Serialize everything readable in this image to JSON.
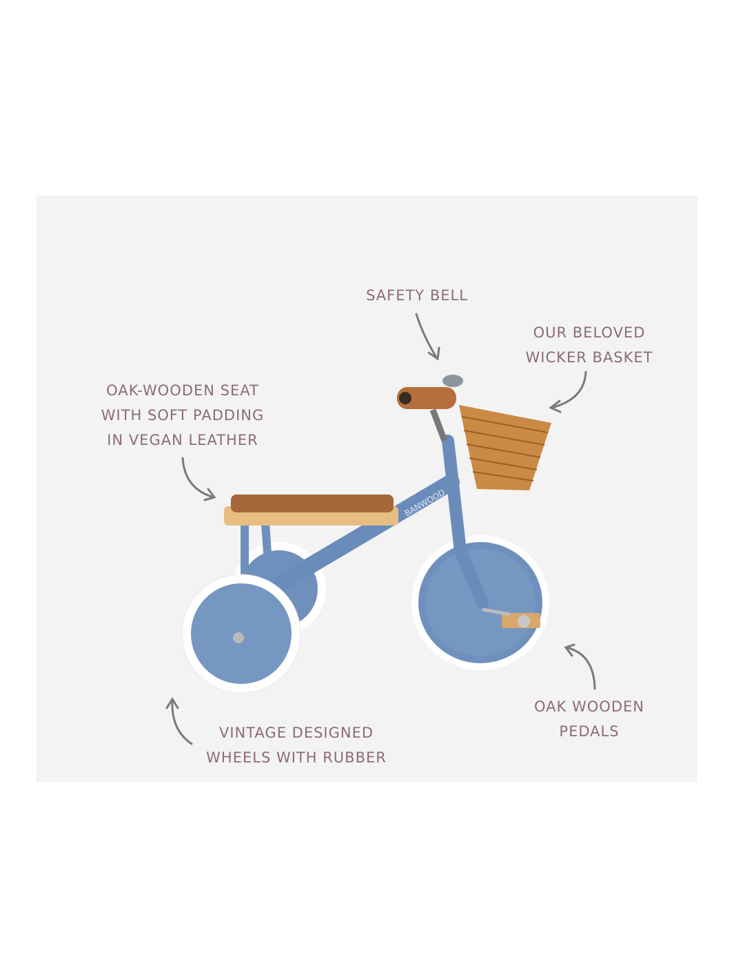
{
  "brand_logo": "BANWOOD",
  "colors": {
    "text": "#8c6b79",
    "frame": "#6f90bd",
    "panel": "#f3f3f3"
  },
  "callouts": {
    "bell": [
      "SAFETY BELL"
    ],
    "basket": [
      "OUR BELOVED",
      "WICKER BASKET"
    ],
    "seat": [
      "OAK-WOODEN SEAT",
      "WITH SOFT PADDING",
      "IN VEGAN LEATHER"
    ],
    "wheels": [
      "VINTAGE DESIGNED",
      "WHEELS WITH RUBBER"
    ],
    "pedals": [
      "OAK WOODEN",
      "PEDALS"
    ]
  }
}
